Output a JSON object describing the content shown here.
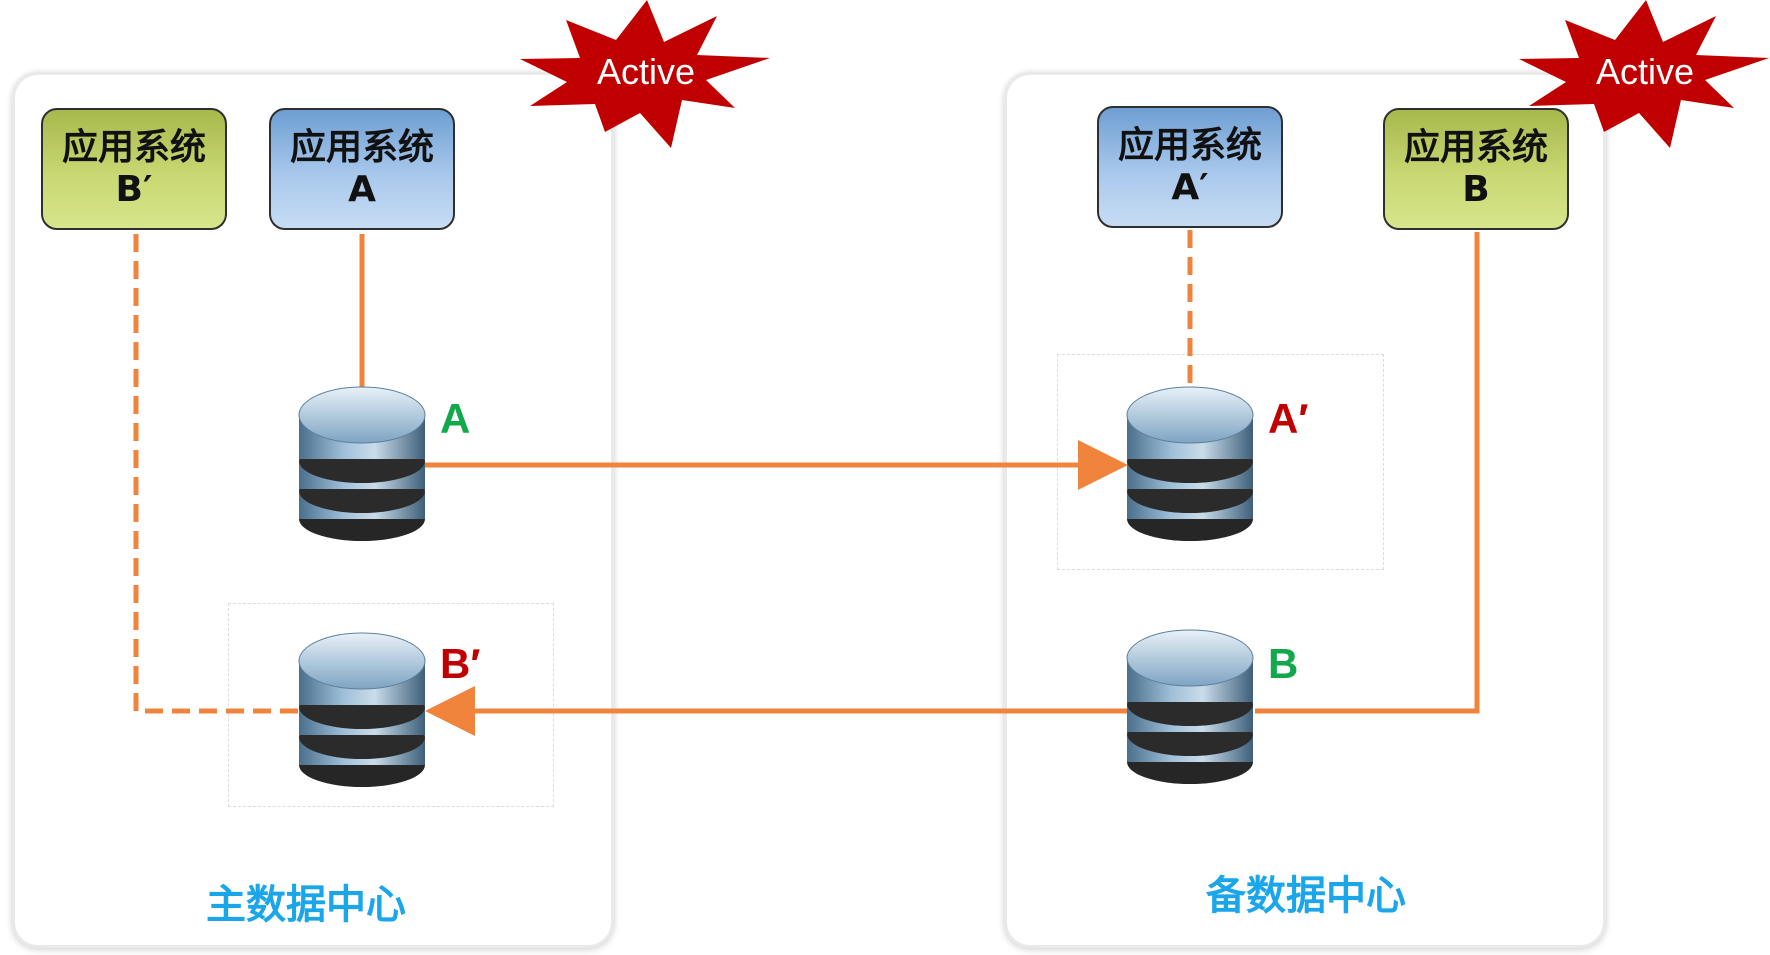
{
  "primary_dc": {
    "label": "主数据中心"
  },
  "backup_dc": {
    "label": "备数据中心"
  },
  "apps": {
    "b_prime_primary": "应用系统B′",
    "a_primary": "应用系统A",
    "a_prime_backup": "应用系统A′",
    "b_backup": "应用系统B"
  },
  "databases": {
    "a": "A",
    "b_prime": "B′",
    "a_prime": "A′",
    "b": "B"
  },
  "badges": {
    "left": "Active",
    "right": "Active"
  },
  "colors": {
    "link": "#f0843c",
    "active_burst": "#c00000",
    "primary_label": "#12a84c",
    "replica_label": "#c00000",
    "dc_label": "#1aa6e8"
  }
}
